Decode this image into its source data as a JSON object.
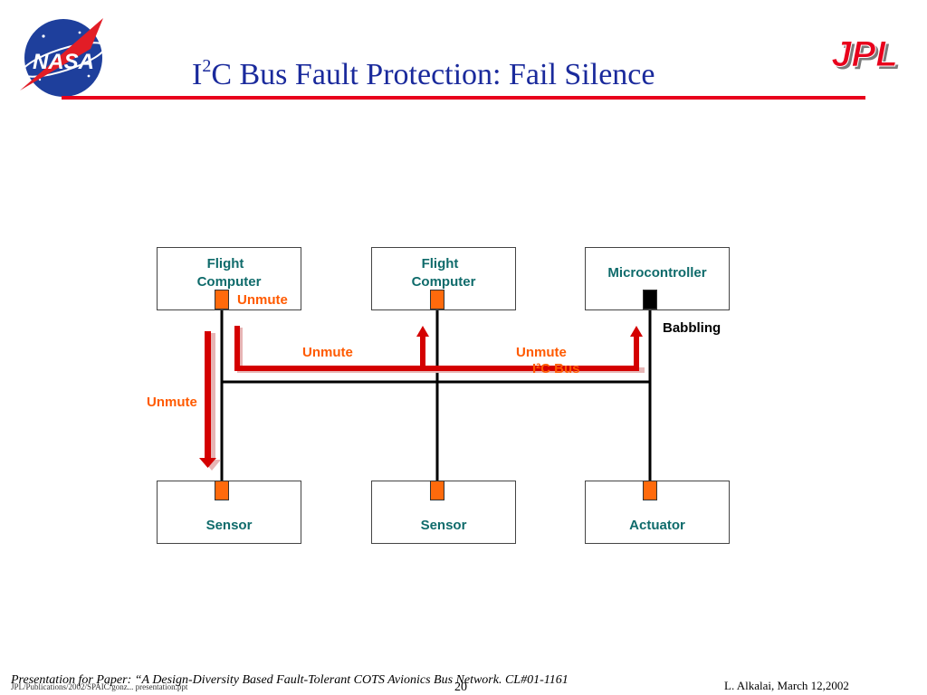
{
  "slide": {
    "title_prefix": "I",
    "title_sup": "2",
    "title_rest": "C Bus Fault Protection: Fail Silence"
  },
  "logos": {
    "nasa": "NASA",
    "jpl": "JPL"
  },
  "diagram": {
    "top_nodes": [
      {
        "line1": "Flight",
        "line2": "Computer"
      },
      {
        "line1": "Flight",
        "line2": "Computer"
      },
      {
        "line1": "Microcontroller",
        "line2": ""
      }
    ],
    "bottom_nodes": [
      {
        "label": "Sensor"
      },
      {
        "label": "Sensor"
      },
      {
        "label": "Actuator"
      }
    ],
    "bus_label": "I²C Bus",
    "babbling_label": "Babbling",
    "unmute_labels": [
      "Unmute",
      "Unmute",
      "Unmute",
      "Unmute"
    ]
  },
  "footer": {
    "caption": "Presentation for Paper: “A Design-Diversity Based Fault-Tolerant COTS Avionics Bus Network.  CL#01-1161",
    "path": "JPL/Publications/2002/SPAIC/gonz... presentation.ppt",
    "page": "20",
    "author": "L. Alkalai, March 12,2002"
  },
  "colors": {
    "title": "#1a2a9c",
    "rule": "#e8001c",
    "node_text": "#0f6b6b",
    "unmute_text": "#ff5a00",
    "port": "#ff6a0c",
    "arrow": "#d40000"
  }
}
